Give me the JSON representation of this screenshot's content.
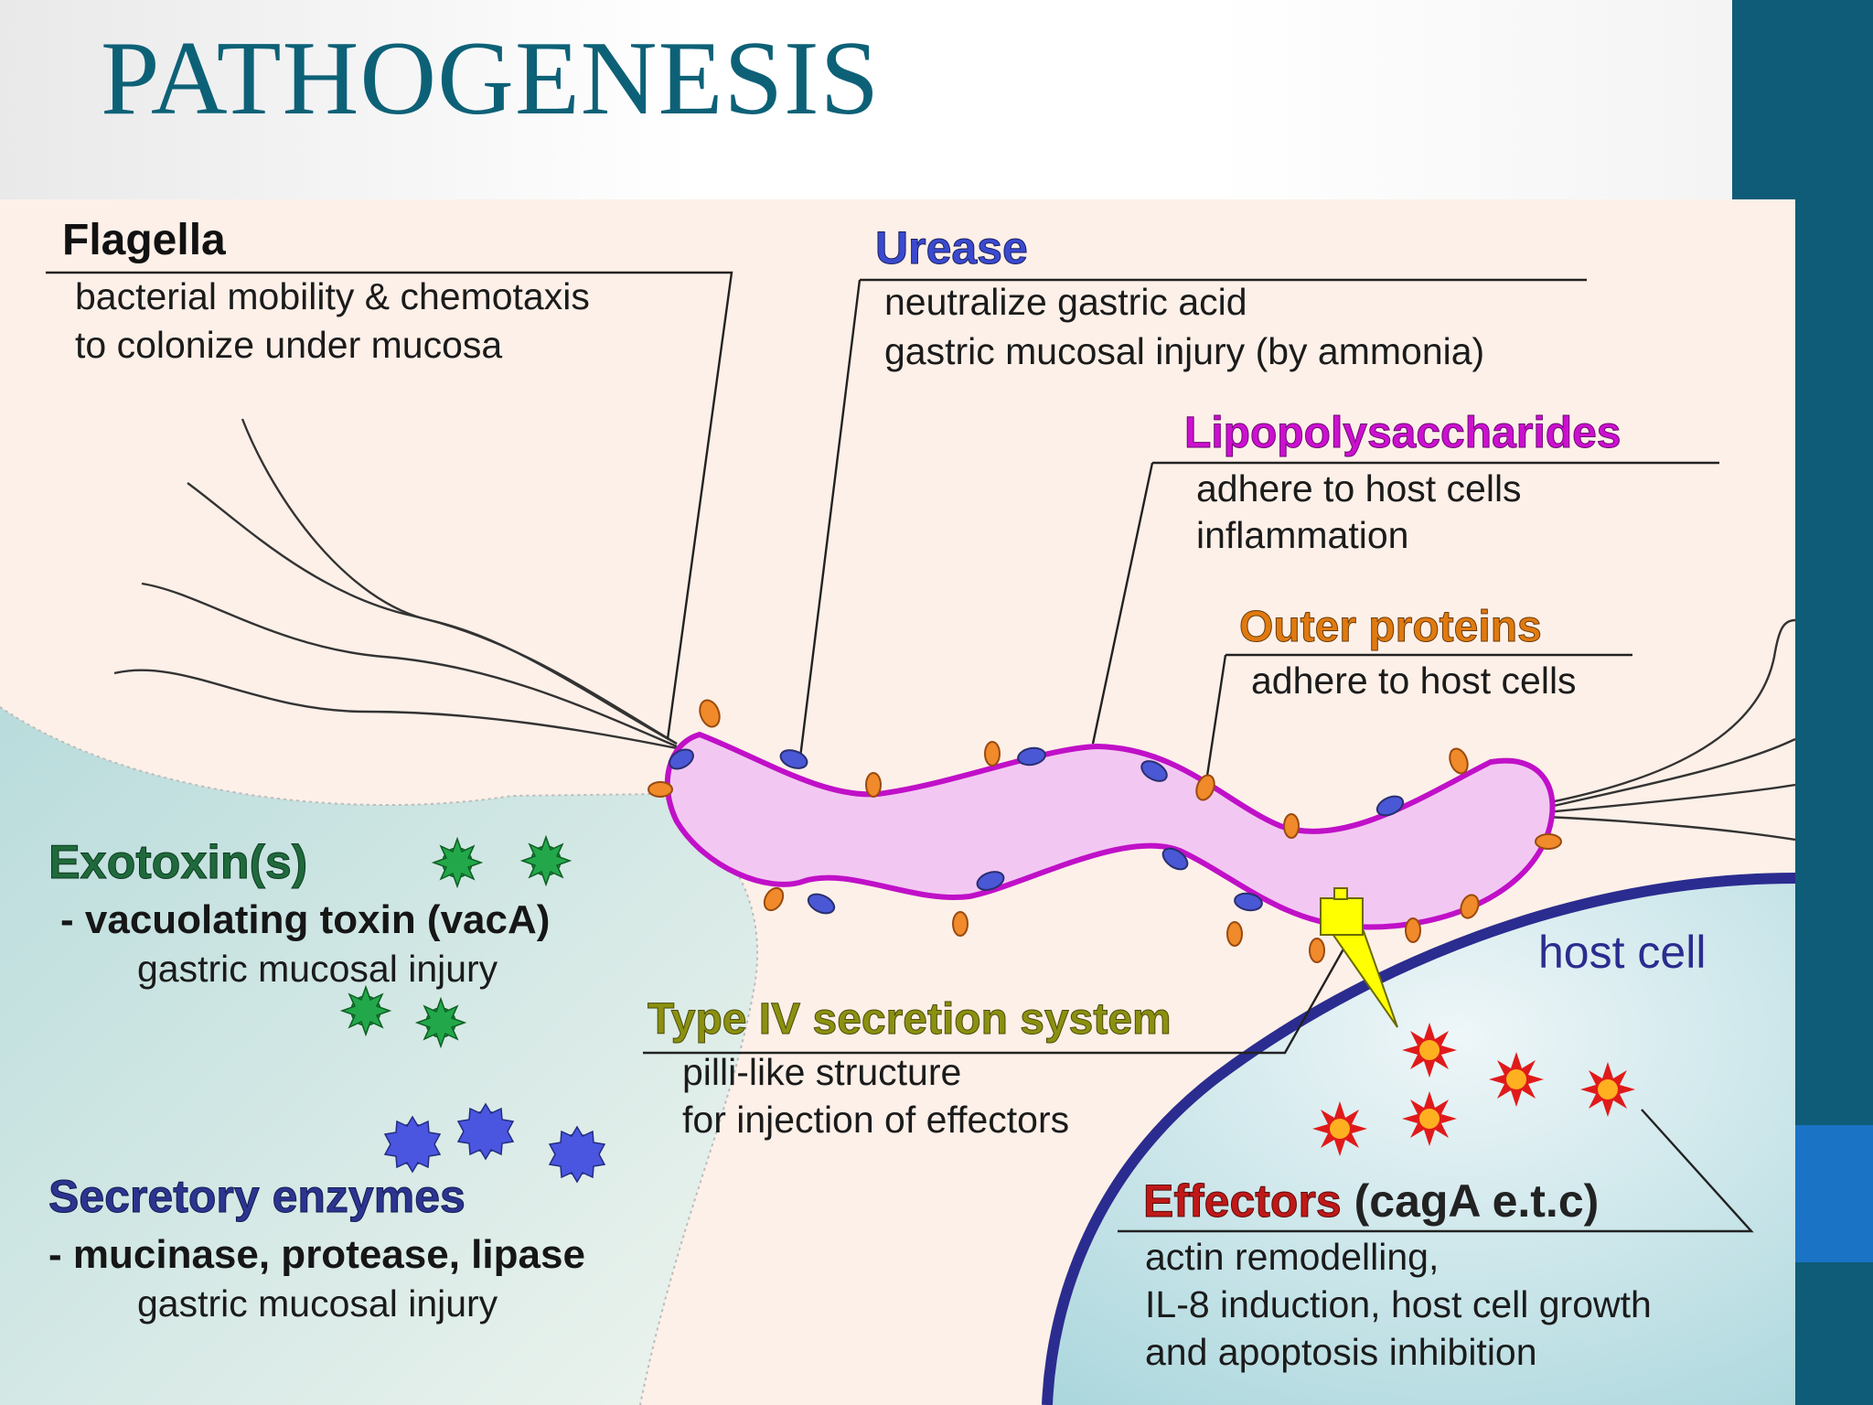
{
  "title": "PATHOGENESIS",
  "colors": {
    "title": "#0d6177",
    "right_bar": "#0e5c78",
    "right_accent": "#1a73c4",
    "panel_bg": "#fdf0e8",
    "mucus_zone": "#cfe6e4",
    "bacterium_fill": "#f2c8f2",
    "bacterium_outline": "#c010c8",
    "host_cell_membrane": "#2b2c8f",
    "urease_label": "#3a4ad0",
    "lps_label": "#cc10d0",
    "outer_proteins_label": "#e07a10",
    "exotoxin_label": "#1f6a3c",
    "type4_label": "#8c9010",
    "secretory_label": "#2b3590",
    "effectors_label": "#c01818"
  },
  "labels": {
    "flagella": {
      "heading": "Flagella",
      "lines": [
        "bacterial mobility & chemotaxis",
        "to colonize under mucosa"
      ]
    },
    "urease": {
      "heading": "Urease",
      "lines": [
        "neutralize gastric acid",
        "gastric mucosal injury (by ammonia)"
      ]
    },
    "lipopolysaccharides": {
      "heading": "Lipopolysaccharides",
      "lines": [
        "adhere to host cells",
        "inflammation"
      ]
    },
    "outer_proteins": {
      "heading": "Outer proteins",
      "lines": [
        "adhere to host cells"
      ]
    },
    "exotoxins": {
      "heading": "Exotoxin(s)",
      "subheading": "- vacuolating toxin (vacA)",
      "lines": [
        "gastric mucosal injury"
      ]
    },
    "type4": {
      "heading": "Type IV  secretion system",
      "lines": [
        "pilli-like structure",
        "for injection of effectors"
      ]
    },
    "secretory_enzymes": {
      "heading": "Secretory enzymes",
      "subheading": "- mucinase, protease, lipase",
      "lines": [
        "gastric mucosal injury"
      ]
    },
    "effectors": {
      "heading": "Effectors",
      "heading_suffix": " (cagA e.t.c)",
      "lines": [
        "actin remodelling,",
        "IL-8 induction, host cell growth",
        "and apoptosis inhibition"
      ]
    },
    "host_cell": "host cell"
  },
  "icons": {
    "toxin_particle": "green-spiky-particle-icon",
    "enzyme_particle": "blue-spiky-particle-icon",
    "effector_particle": "red-starburst-icon",
    "secretion_needle": "yellow-needle-icon"
  }
}
